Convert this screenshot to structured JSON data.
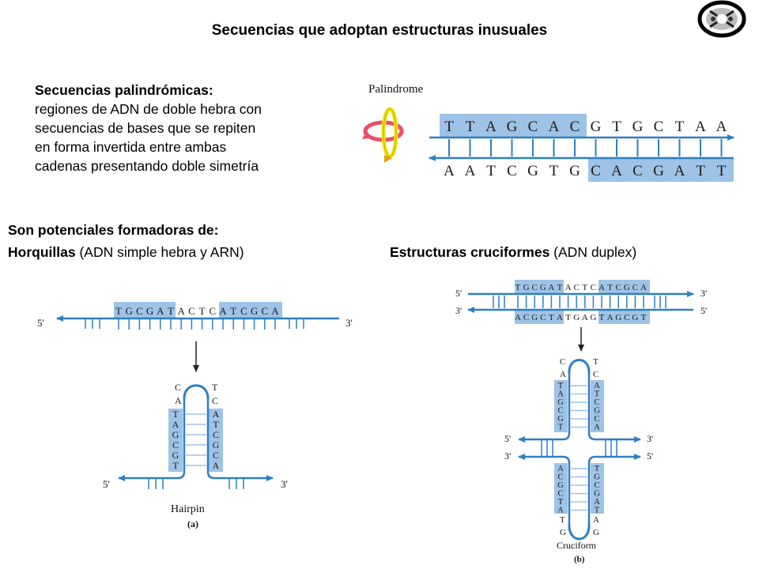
{
  "title": "Secuencias que adoptan estructuras inusuales",
  "definition": {
    "heading": "Secuencias palindrómicas:",
    "lines": [
      "regiones de ADN de doble hebra con",
      "secuencias de bases que se repiten",
      "en forma invertida entre ambas",
      "cadenas presentando doble simetría"
    ]
  },
  "potential": {
    "heading": "Son potenciales formadoras de:",
    "hairpin_bold": "Horquillas",
    "hairpin_rest": " (ADN simple hebra y ARN)",
    "cruciform_bold": "Estructuras cruciformes",
    "cruciform_rest": " (ADN duplex)"
  },
  "palindrome_figure": {
    "label": "Palindrome",
    "top_strand": "TTAGCACGTGCTAA",
    "bottom_strand": "AATCGTGCACGATT"
  },
  "hairpin_figure": {
    "linear_sequence": "TGCGATACTCATCGCA",
    "end_left": "5'",
    "end_right": "3'",
    "loop_left": "C",
    "loop_right": "T",
    "left_stem_first": "A",
    "left_stem": "TAGCGT",
    "right_stem_first": "C",
    "right_stem": "ATCGCA",
    "label": "Hairpin",
    "panel": "(a)"
  },
  "cruciform_figure": {
    "top_strand": "TGCGATACTCATCGCA",
    "bottom_strand": "ACGCTATGAGTAGCGT",
    "end_top_left": "5'",
    "end_top_right": "3'",
    "end_bottom_left": "3'",
    "end_bottom_right": "5'",
    "upper_loop_left": "C",
    "upper_loop_right": "T",
    "upper_left_first": "A",
    "upper_left_stem": "TAGCGT",
    "upper_right_first": "C",
    "upper_right_stem": "ATCGCA",
    "lower_left_stem": "ACGCTA",
    "lower_left_last": "T",
    "lower_right_stem": "TGCGAT",
    "lower_right_last": "A",
    "lower_loop_left": "G",
    "lower_loop_right": "G",
    "label": "Cruciform",
    "panel": "(b)"
  },
  "colors": {
    "box_fill": "#9ec3e6",
    "strand_blue": "#2e7fc2",
    "loop_red": "#e8506a",
    "loop_yellow": "#f2e600"
  }
}
